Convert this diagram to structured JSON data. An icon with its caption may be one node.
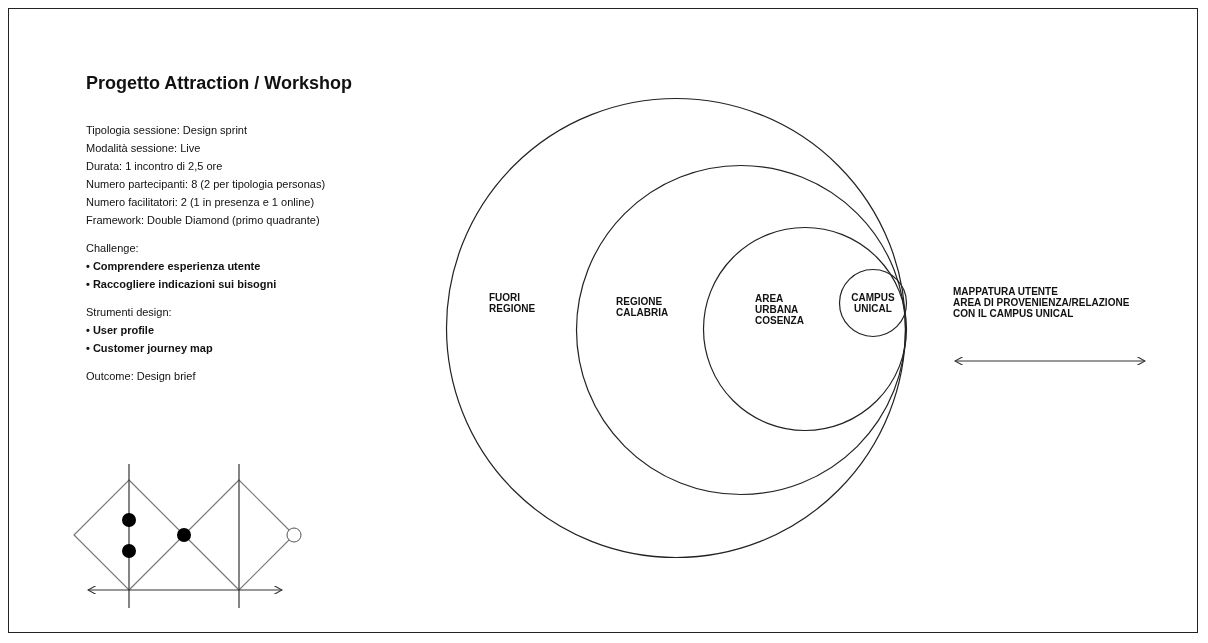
{
  "diagram": {
    "title": "Progetto Attraction / Workshop",
    "nodes": [
      {
        "text": [
          "FUORI REGIONE"
        ]
      },
      {
        "text": [
          "REGIONE CALABRIA"
        ],
        "in": 0
      },
      {
        "text": [
          "AREA URBANA COSENZA"
        ],
        "in": 1
      },
      {
        "text": [
          "CAMPUS UNICAL"
        ],
        "in": 2
      }
    ],
    "edges": [],
    "labels": [
      "Tipologia sessione: Design sprint",
      "Modalità sessione: Live",
      "Durata: 1 incontro di 2,5 ore",
      "Numero partecipanti: 8 (2 per tipologia personas)",
      "Numero facilitatori: 2 (1 in presenza e 1 online)",
      "Framework: Double Diamond (primo quadrante)",
      "Challenge:",
      "• Comprendere esperienza utente",
      "• Raccogliere indicazioni sui bisogni",
      "Strumenti design:",
      "• User profile",
      "• Customer journey map",
      "Outcome: Design brief",
      "MAPPATURA UTENTE",
      "AREA DI PROVENIENZA/RELAZIONE",
      "CON IL CAMPUS UNICAL"
    ]
  }
}
